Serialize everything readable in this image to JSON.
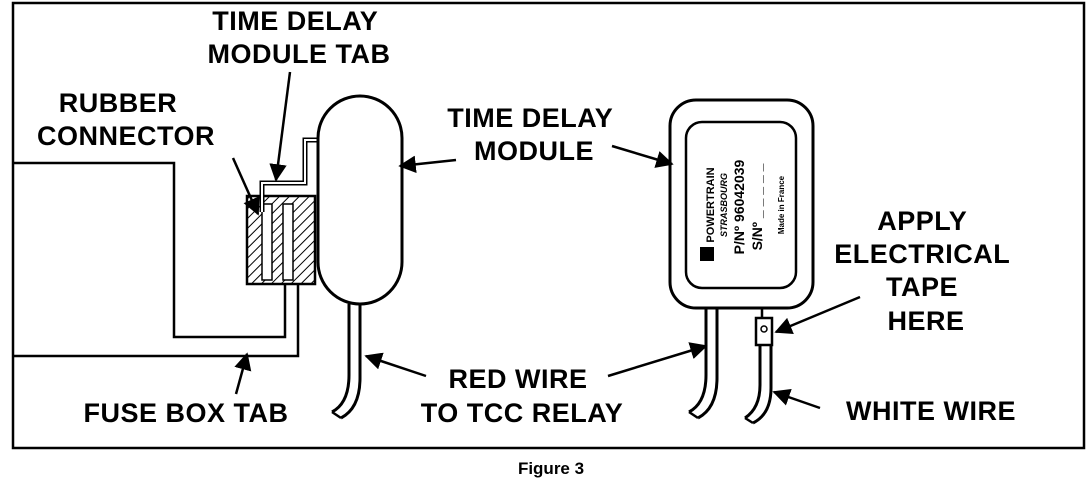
{
  "labels": {
    "time_delay_module_tab": [
      "TIME DELAY",
      "MODULE TAB"
    ],
    "rubber_connector": [
      "RUBBER",
      "CONNECTOR"
    ],
    "time_delay_module": [
      "TIME DELAY",
      "MODULE"
    ],
    "apply_tape": [
      "APPLY",
      "ELECTRICAL",
      "TAPE",
      "HERE"
    ],
    "fuse_box_tab": "FUSE BOX TAB",
    "red_wire": [
      "RED WIRE",
      "TO TCC RELAY"
    ],
    "white_wire": "WHITE WIRE"
  },
  "module_plate": {
    "brand": "POWERTRAIN",
    "city": "STRASBOURG",
    "part_number": "P/Nº 96042039",
    "serial_number": "S/Nº _ _ _ _ _",
    "origin": "Made in France"
  },
  "caption": "Figure 3",
  "colors": {
    "ink": "#000000",
    "paper": "#ffffff"
  }
}
